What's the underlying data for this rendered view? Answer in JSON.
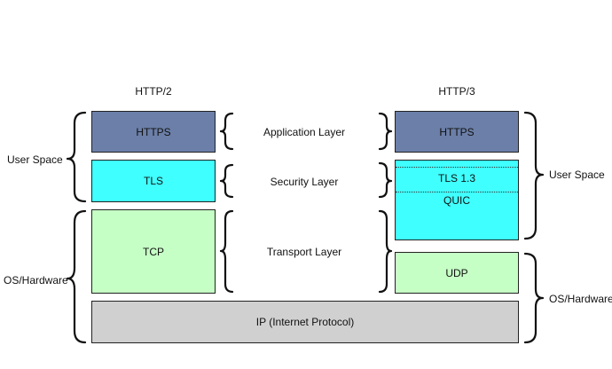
{
  "columns": {
    "left": "HTTP/2",
    "right": "HTTP/3"
  },
  "left_stack": {
    "https": "HTTPS",
    "tls": "TLS",
    "tcp": "TCP"
  },
  "right_stack": {
    "https": "HTTPS",
    "tls": "TLS 1.3",
    "quic": "QUIC",
    "udp": "UDP"
  },
  "shared": {
    "ip": "IP (Internet Protocol)"
  },
  "layers": {
    "application": "Application Layer",
    "security": "Security Layer",
    "transport": "Transport Layer"
  },
  "sides": {
    "left_user": "User Space",
    "left_os": "OS/Hardware",
    "right_user": "User Space",
    "right_os": "OS/Hardware"
  },
  "colors": {
    "https": "#6b7fa8",
    "tls": "#40ffff",
    "tcp": "#c6ffc6",
    "udp": "#c6ffc6",
    "ip": "#d0d0d0"
  }
}
